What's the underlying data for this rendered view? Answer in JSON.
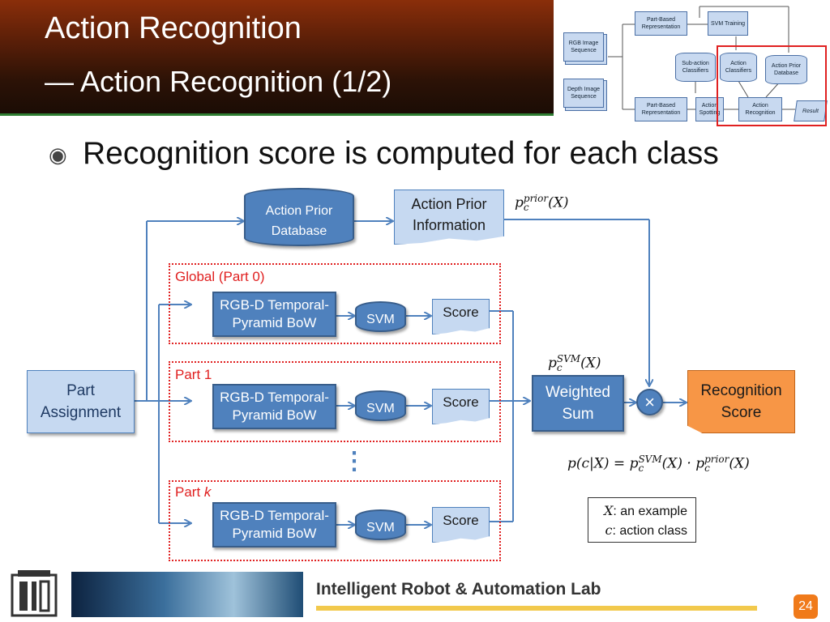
{
  "header": {
    "title_line1": "Action Recognition",
    "title_line2": "— Action Recognition (1/2)"
  },
  "thumbnail": {
    "items": {
      "part_based_top": "Part-Based Representation",
      "svm_training": "SVM Training",
      "rgb_seq": "RGB Image Sequence",
      "depth_seq": "Depth Image Sequence",
      "subaction_classifiers": "Sub-action Classifiers",
      "action_classifiers": "Action Classifiers",
      "action_prior_db": "Action Prior Database",
      "part_based_bottom": "Part-Based Representation",
      "action_spotting": "Action Spotting",
      "action_recognition": "Action Recognition",
      "result": "Result"
    },
    "highlight_color": "#e02020"
  },
  "bullet": {
    "icon": "circle-bullet-icon",
    "text": "Recognition score is computed for each class"
  },
  "diagram": {
    "action_prior_database": "Action Prior Database",
    "action_prior_information": "Action Prior Information",
    "part_assignment": "Part Assignment",
    "weighted_sum": "Weighted Sum",
    "recognition_score": "Recognition Score",
    "multiply_symbol": "×",
    "ellipsis": "⋮",
    "groups": [
      {
        "label": "Global (Part 0)",
        "feature": "RGB-D Temporal-Pyramid BoW",
        "classifier": "SVM",
        "output": "Score"
      },
      {
        "label": "Part 1",
        "feature": "RGB-D Temporal-Pyramid BoW",
        "classifier": "SVM",
        "output": "Score"
      },
      {
        "label_prefix": "Part ",
        "label_var": "k",
        "feature": "RGB-D Temporal-Pyramid BoW",
        "classifier": "SVM",
        "output": "Score"
      }
    ],
    "formulas": {
      "prior": {
        "base": "p",
        "sub": "c",
        "sup": "prior",
        "arg": "(X)"
      },
      "svm": {
        "base": "p",
        "sub": "c",
        "sup": "SVM",
        "arg": "(X)"
      },
      "main": {
        "lhs": "p(c|X) = ",
        "b1": "p",
        "sub1": "c",
        "sup1": "SVM",
        "mid": "(X) · ",
        "b2": "p",
        "sub2": "c",
        "sup2": "prior",
        "end": "(X)"
      }
    },
    "legend": {
      "x_var": "X",
      "x_desc": ": an example",
      "c_var": "c",
      "c_desc": ": action class"
    },
    "colors": {
      "box_blue": "#4f81bd",
      "light_blue": "#c6d9f1",
      "orange": "#f79646",
      "dashed_red": "#e02020",
      "arrow": "#4f81bd"
    }
  },
  "footer": {
    "lab_name": "Intelligent Robot & Automation Lab",
    "page_number": "24"
  }
}
